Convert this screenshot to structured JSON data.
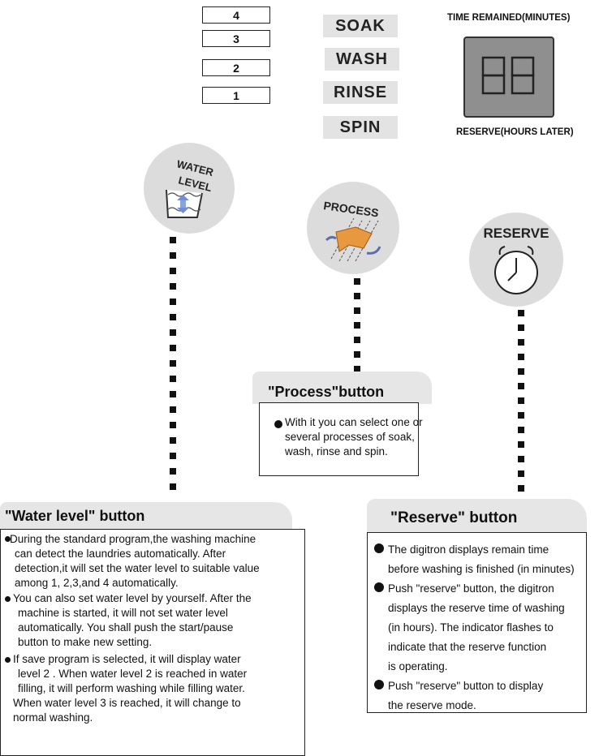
{
  "water_levels": [
    "4",
    "3",
    "2",
    "1"
  ],
  "processes": [
    "SOAK",
    "WASH",
    "RINSE",
    "SPIN"
  ],
  "display": {
    "top_label": "TIME REMAINED(MINUTES)",
    "bottom_label": "RESERVE(HOURS LATER)",
    "digits": "88"
  },
  "buttons": {
    "water_level": {
      "line1": "WATER",
      "line2": "LEVEL"
    },
    "process": {
      "label": "PROCESS"
    },
    "reserve": {
      "label": "RESERVE"
    }
  },
  "process_callout": {
    "title": "\"Process\"button",
    "lines": [
      "With it you can select one or",
      "several processes of soak,",
      "wash, rinse and spin."
    ]
  },
  "water_callout": {
    "title": "\"Water level\" button",
    "items": [
      [
        "During the standard program,the washing machine",
        "can detect the laundries automatically. After",
        "detection,it will set the water level to suitable value",
        "among 1, 2,3,and 4 automatically."
      ],
      [
        "You can also set water level by yourself. After the",
        "machine is started, it will not set water level",
        "automatically. You shall  push the  start/pause",
        "button to make new setting."
      ],
      [
        "If  save  program is selected, it will display water",
        "level  2 . When water level  2  is reached in water",
        "filling, it will perform  washing while filling water.",
        "When water level  3  is reached, it will  change to",
        "normal washing."
      ]
    ]
  },
  "reserve_callout": {
    "title": "\"Reserve\" button",
    "items": [
      [
        "The digitron displays remain time",
        "before washing is finished (in minutes)"
      ],
      [
        "Push \"reserve\" button, the digitron",
        "displays the reserve time of washing",
        "(in hours). The indicator flashes to",
        "indicate that the reserve function",
        "is operating."
      ],
      [
        "Push \"reserve\" button to display",
        "the reserve mode."
      ]
    ]
  }
}
